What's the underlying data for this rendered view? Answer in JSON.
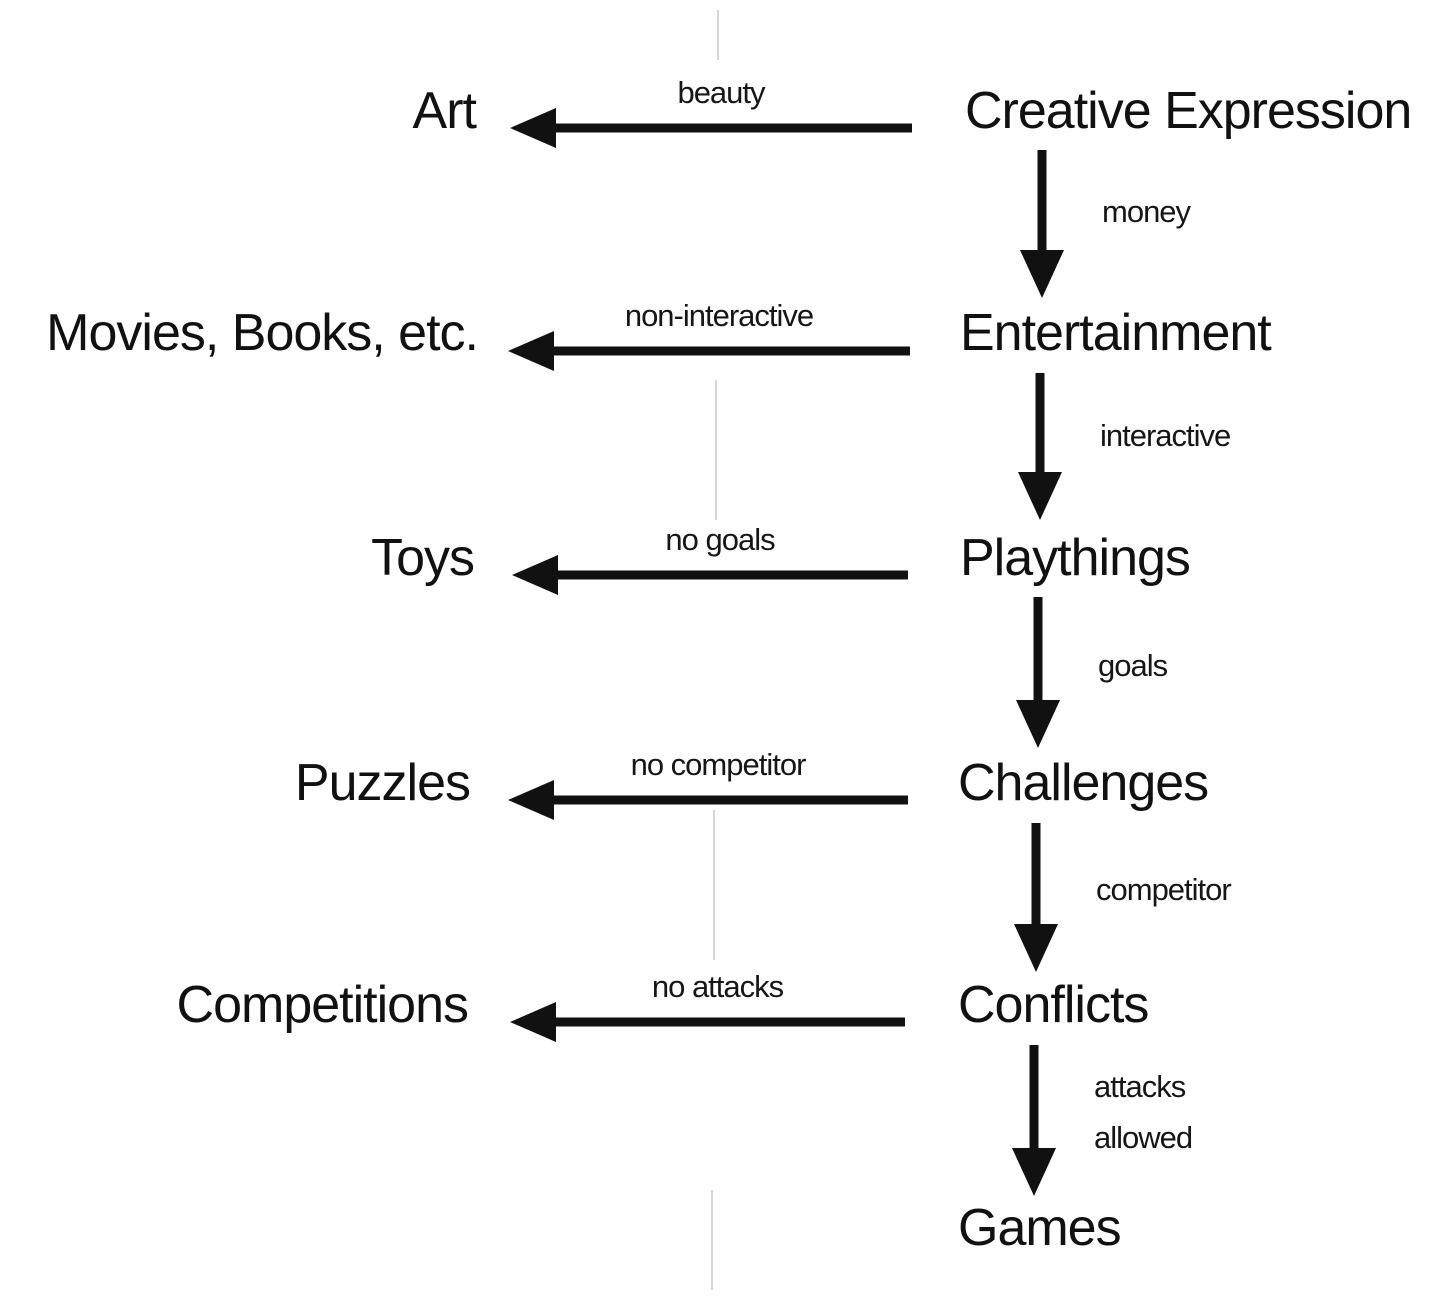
{
  "diagram": {
    "chain": [
      {
        "label": "Creative Expression"
      },
      {
        "label": "Entertainment"
      },
      {
        "label": "Playthings"
      },
      {
        "label": "Challenges"
      },
      {
        "label": "Conflicts"
      },
      {
        "label": "Games"
      }
    ],
    "down_edges": [
      {
        "lines": [
          "money"
        ]
      },
      {
        "lines": [
          "interactive"
        ]
      },
      {
        "lines": [
          "goals"
        ]
      },
      {
        "lines": [
          "competitor"
        ]
      },
      {
        "lines": [
          "attacks",
          "allowed"
        ]
      }
    ],
    "branches": [
      {
        "label": "Art",
        "edge_label": "beauty"
      },
      {
        "label": "Movies, Books, etc.",
        "edge_label": "non-interactive"
      },
      {
        "label": "Toys",
        "edge_label": "no goals"
      },
      {
        "label": "Puzzles",
        "edge_label": "no competitor"
      },
      {
        "label": "Competitions",
        "edge_label": "no attacks"
      }
    ]
  }
}
